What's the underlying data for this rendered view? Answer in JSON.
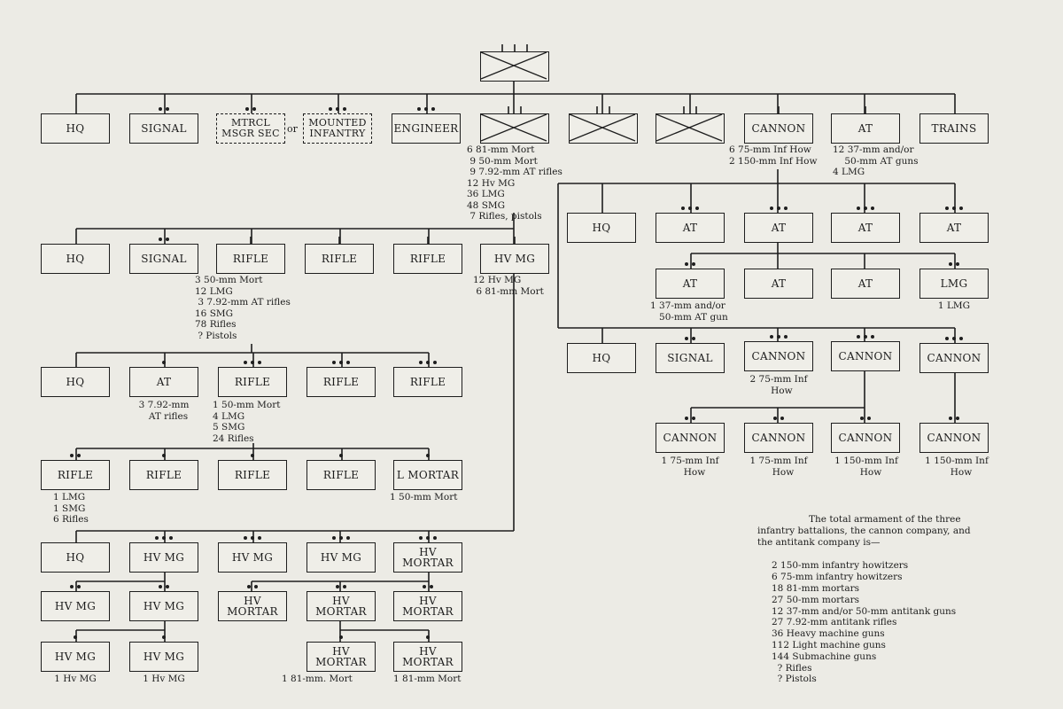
{
  "units": [
    {
      "id": "reg",
      "label": "",
      "symbol": "infantry",
      "dots": 0,
      "ticks": 3
    },
    {
      "id": "hq1",
      "label": "HQ",
      "dots": 0
    },
    {
      "id": "sig1",
      "label": "SIGNAL",
      "dots": 2
    },
    {
      "id": "mtrcl",
      "label": "MTRCL MSGR SEC",
      "dots": 2,
      "dashed": true
    },
    {
      "id": "mounted",
      "label": "MOUNTED INFANTRY",
      "dots": 3,
      "dashed": true
    },
    {
      "id": "eng",
      "label": "ENGINEER",
      "dots": 3
    },
    {
      "id": "bn1",
      "label": "",
      "symbol": "infantry",
      "dots": 0,
      "ticks": 2
    },
    {
      "id": "bn2",
      "label": "",
      "symbol": "infantry",
      "dots": 0,
      "ticks": 2
    },
    {
      "id": "bn3",
      "label": "",
      "symbol": "infantry",
      "dots": 0,
      "ticks": 2
    },
    {
      "id": "cannon",
      "label": "CANNON",
      "dots": 0,
      "ticks": 1
    },
    {
      "id": "atco",
      "label": "AT",
      "dots": 0,
      "ticks": 1
    },
    {
      "id": "trains",
      "label": "TRAINS",
      "dots": 0
    },
    {
      "id": "bhq",
      "label": "HQ",
      "dots": 0
    },
    {
      "id": "bsig",
      "label": "SIGNAL",
      "dots": 2
    },
    {
      "id": "rc1",
      "label": "RIFLE",
      "dots": 0,
      "ticks": 1
    },
    {
      "id": "rc2",
      "label": "RIFLE",
      "dots": 0,
      "ticks": 1
    },
    {
      "id": "rc3",
      "label": "RIFLE",
      "dots": 0,
      "ticks": 1
    },
    {
      "id": "hvco",
      "label": "HV MG",
      "dots": 0,
      "ticks": 1
    },
    {
      "id": "chq",
      "label": "HQ",
      "dots": 0
    },
    {
      "id": "cat",
      "label": "AT",
      "dots": 1
    },
    {
      "id": "cpl1",
      "label": "RIFLE",
      "dots": 3
    },
    {
      "id": "cpl2",
      "label": "RIFLE",
      "dots": 3
    },
    {
      "id": "cpl3",
      "label": "RIFLE",
      "dots": 3
    },
    {
      "id": "sq1",
      "label": "RIFLE",
      "dots": 2
    },
    {
      "id": "sq2",
      "label": "RIFLE",
      "dots": 1
    },
    {
      "id": "sq3",
      "label": "RIFLE",
      "dots": 1
    },
    {
      "id": "sq4",
      "label": "RIFLE",
      "dots": 1
    },
    {
      "id": "lmort",
      "label": "L MORTAR",
      "dots": 1
    },
    {
      "id": "hhq",
      "label": "HQ",
      "dots": 0
    },
    {
      "id": "hmgp1",
      "label": "HV MG",
      "dots": 3
    },
    {
      "id": "hmgp2",
      "label": "HV MG",
      "dots": 3
    },
    {
      "id": "hmgp3",
      "label": "HV MG",
      "dots": 3
    },
    {
      "id": "hmortp",
      "label": "HV MORTAR",
      "dots": 3
    },
    {
      "id": "hmgs1",
      "label": "HV MG",
      "dots": 2
    },
    {
      "id": "hmgs2",
      "label": "HV MG",
      "dots": 2
    },
    {
      "id": "hmorts1",
      "label": "HV MORTAR",
      "dots": 2
    },
    {
      "id": "hmorts2",
      "label": "HV MORTAR",
      "dots": 2
    },
    {
      "id": "hmorts3",
      "label": "HV MORTAR",
      "dots": 2
    },
    {
      "id": "hmg1",
      "label": "HV MG",
      "dots": 1
    },
    {
      "id": "hmg2",
      "label": "HV MG",
      "dots": 1
    },
    {
      "id": "hmort1",
      "label": "HV MORTAR",
      "dots": 1
    },
    {
      "id": "hmort2",
      "label": "HV MORTAR",
      "dots": 1
    },
    {
      "id": "athq",
      "label": "HQ",
      "dots": 0
    },
    {
      "id": "atp1",
      "label": "AT",
      "dots": 3
    },
    {
      "id": "atp2",
      "label": "AT",
      "dots": 3
    },
    {
      "id": "atp3",
      "label": "AT",
      "dots": 3
    },
    {
      "id": "atp4",
      "label": "AT",
      "dots": 3
    },
    {
      "id": "ats1",
      "label": "AT",
      "dots": 2
    },
    {
      "id": "ats2",
      "label": "AT",
      "dots": 0
    },
    {
      "id": "ats3",
      "label": "AT",
      "dots": 0
    },
    {
      "id": "atlmg",
      "label": "LMG",
      "dots": 2
    },
    {
      "id": "cnhq",
      "label": "HQ",
      "dots": 0
    },
    {
      "id": "cnsig",
      "label": "SIGNAL",
      "dots": 2
    },
    {
      "id": "cnp1",
      "label": "CANNON",
      "dots": 3
    },
    {
      "id": "cnp2",
      "label": "CANNON",
      "dots": 3
    },
    {
      "id": "cnp3",
      "label": "CANNON",
      "dots": 3
    },
    {
      "id": "cns1",
      "label": "CANNON",
      "dots": 2
    },
    {
      "id": "cns2",
      "label": "CANNON",
      "dots": 2
    },
    {
      "id": "cns3",
      "label": "CANNON",
      "dots": 2
    },
    {
      "id": "cns4",
      "label": "CANNON",
      "dots": 2
    }
  ],
  "or_label": "or",
  "notes": [
    {
      "id": "n_bn",
      "text": "6 81-mm Mort\n 9 50-mm Mort\n 9 7.92-mm AT rifles\n12 Hv MG\n36 LMG\n48 SMG\n 7 Rifles, pistols"
    },
    {
      "id": "n_cannon",
      "text": "6 75-mm Inf How\n2 150-mm Inf How"
    },
    {
      "id": "n_at",
      "text": "12 37-mm and/or\n    50-mm AT guns\n4 LMG"
    },
    {
      "id": "n_rc",
      "text": "3 50-mm Mort\n12 LMG\n 3 7.92-mm AT rifles\n16 SMG\n78 Rifles\n ? Pistols"
    },
    {
      "id": "n_hvco",
      "text": "12 Hv MG\n 6 81-mm Mort"
    },
    {
      "id": "n_cat",
      "text": "3 7.92-mm\n   AT rifles"
    },
    {
      "id": "n_cpl",
      "text": "1 50-mm Mort\n4 LMG\n5 SMG\n24 Rifles"
    },
    {
      "id": "n_sq",
      "text": "1 LMG\n1 SMG\n6 Rifles"
    },
    {
      "id": "n_lmort",
      "text": "1 50-mm Mort"
    },
    {
      "id": "n_hmg1",
      "text": "1 Hv MG"
    },
    {
      "id": "n_hmg2",
      "text": "1 Hv MG"
    },
    {
      "id": "n_hmort1",
      "text": "1 81-mm. Mort"
    },
    {
      "id": "n_hmort2",
      "text": "1 81-mm Mort"
    },
    {
      "id": "n_ats1",
      "text": "1 37-mm and/or\n   50-mm AT gun"
    },
    {
      "id": "n_atlmg",
      "text": "1 LMG"
    },
    {
      "id": "n_cnp1",
      "text": "2 75-mm Inf\n  How"
    },
    {
      "id": "n_cns1",
      "text": "1 75-mm Inf\n   How"
    },
    {
      "id": "n_cns2",
      "text": "1 75-mm Inf\n   How"
    },
    {
      "id": "n_cns3",
      "text": "1 150-mm Inf\n   How"
    },
    {
      "id": "n_cns4",
      "text": "1 150-mm Inf\n   How"
    }
  ],
  "summary": {
    "intro": [
      "The total armament of the three",
      "infantry battalions, the cannon company, and",
      "the antitank company is—"
    ],
    "items": [
      "2 150-mm infantry howitzers",
      "6 75-mm infantry howitzers",
      "18 81-mm mortars",
      "27 50-mm mortars",
      "12 37-mm and/or 50-mm antitank guns",
      "27 7.92-mm antitank rifles",
      "36 Heavy machine guns",
      "112 Light machine guns",
      "144 Submachine guns",
      "  ? Rifles",
      "  ? Pistols"
    ]
  }
}
